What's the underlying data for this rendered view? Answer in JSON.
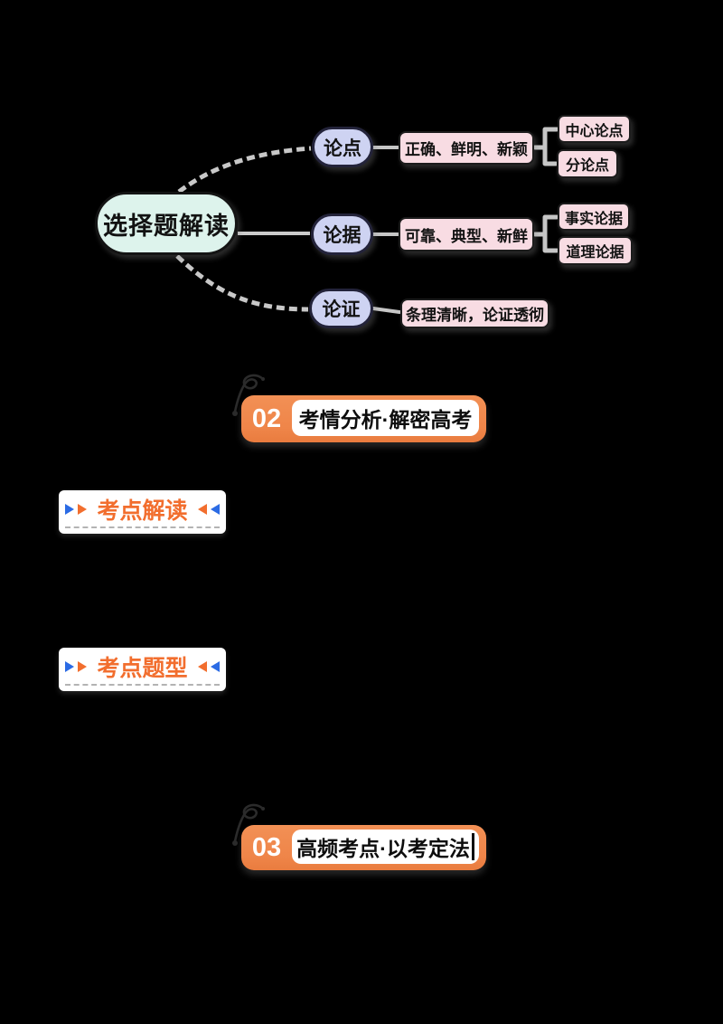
{
  "mindmap": {
    "root": {
      "label": "选择题解读"
    },
    "branches": [
      {
        "label": "论点",
        "detail": "正确、鲜明、新颖",
        "children": [
          {
            "label": "中心论点"
          },
          {
            "label": "分论点"
          }
        ]
      },
      {
        "label": "论据",
        "detail": "可靠、典型、新鲜",
        "children": [
          {
            "label": "事实论据"
          },
          {
            "label": "道理论据"
          }
        ]
      },
      {
        "label": "论证",
        "detail": "条理清晰，论证透彻",
        "children": []
      }
    ]
  },
  "sections": [
    {
      "number": "02",
      "title": "考情分析·解密高考"
    },
    {
      "number": "03",
      "title": "高频考点·以考定法"
    }
  ],
  "subheaders": [
    {
      "label": "考点解读"
    },
    {
      "label": "考点题型"
    }
  ],
  "colors": {
    "banner_orange": "#ef8549",
    "header_orange": "#f26e2e",
    "arrow_blue": "#2b6be4",
    "root_mint": "#ddf3ec",
    "branch_lavender": "#ced3f2",
    "leaf_pink": "#f8dce3",
    "connector_gray": "#c6c6c6"
  }
}
